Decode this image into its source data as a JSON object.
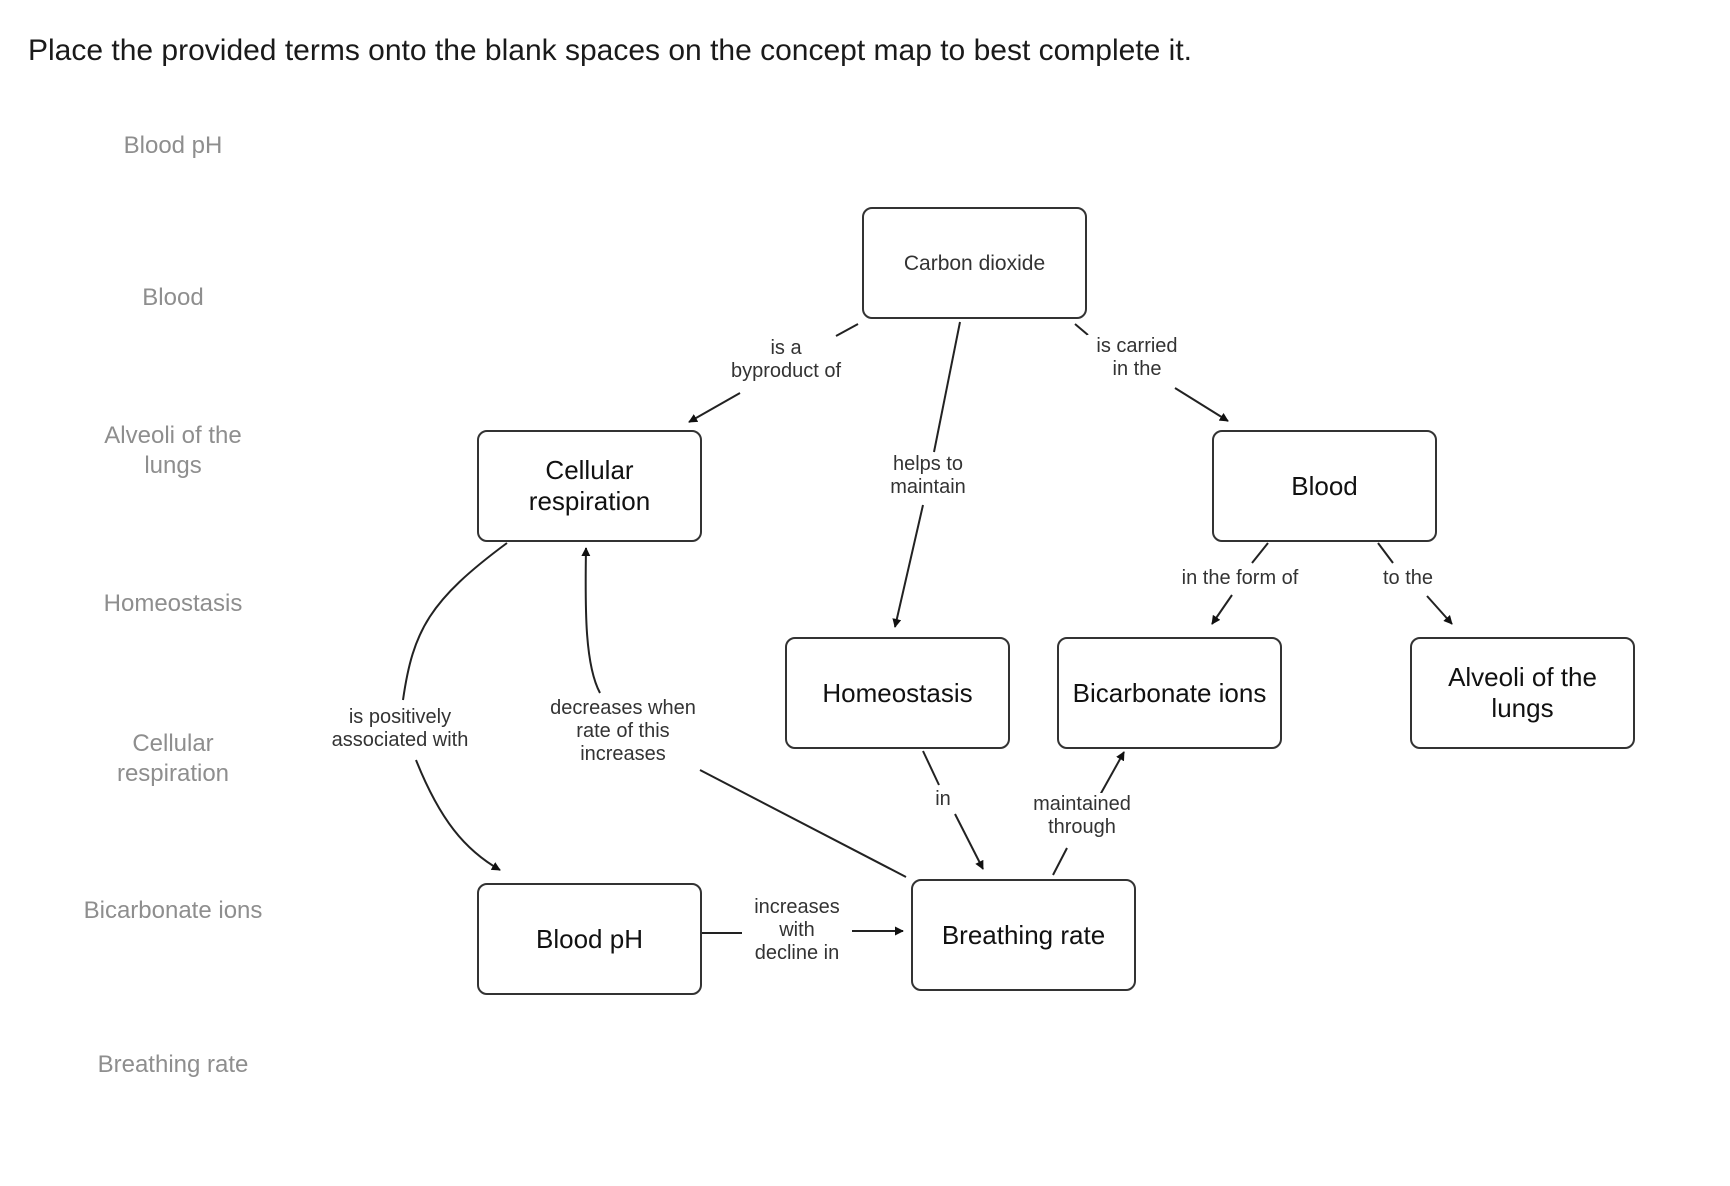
{
  "instructions": "Place the provided terms onto the blank spaces on the concept map to best complete it.",
  "term_bank": [
    "Blood pH",
    "Blood",
    "Alveoli of the lungs",
    "Homeostasis",
    "Cellular respiration",
    "Bicarbonate ions",
    "Breathing rate"
  ],
  "concept_map": {
    "nodes": {
      "carbon_dioxide": "Carbon dioxide",
      "cellular_respiration": "Cellular respiration",
      "blood": "Blood",
      "homeostasis": "Homeostasis",
      "bicarbonate_ions": "Bicarbonate ions",
      "alveoli": "Alveoli of the lungs",
      "blood_ph": "Blood pH",
      "breathing_rate": "Breathing rate"
    },
    "links": {
      "byproduct": "is a\nbyproduct of",
      "carried": "is carried\nin the",
      "helps": "helps to\nmaintain",
      "form_of": "in the form of",
      "to_the": "to the",
      "positively": "is positively\nassociated with",
      "decreases": "decreases when\nrate of this\nincreases",
      "in": "in",
      "maintained": "maintained\nthrough",
      "increases": "increases\nwith\ndecline in"
    }
  }
}
